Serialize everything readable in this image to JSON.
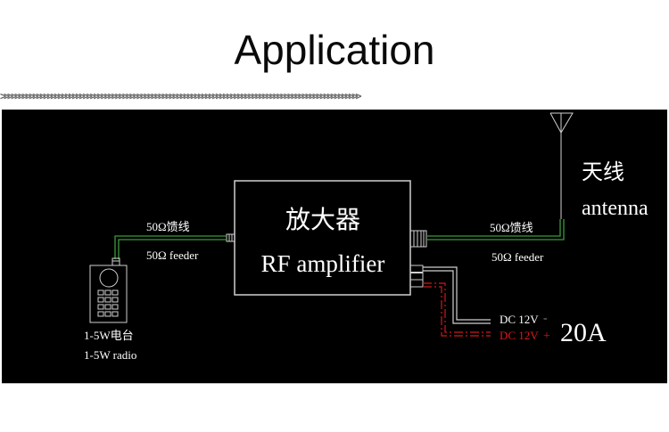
{
  "title": "Application",
  "divider": ">>>>>>>>>>>>>>>>>>>>>>>>>>>>>>>>>>>>>>>>>>>>>>>>>>>>>>>>>>>>>>>>>>>>>>>>>>>>>>>>>>>>>>>>>>>>>>>>>>>>",
  "diagram": {
    "amplifier": {
      "label_cn": "放大器",
      "label_en": "RF amplifier"
    },
    "left_feeder": {
      "label_cn": "50Ω馈线",
      "label_en": "50Ω feeder"
    },
    "right_feeder": {
      "label_cn": "50Ω馈线",
      "label_en": "50Ω feeder"
    },
    "antenna": {
      "label_cn": "天线",
      "label_en": "antenna"
    },
    "radio": {
      "label_cn": "1-5W电台",
      "label_en": "1-5W radio"
    },
    "power": {
      "negative_label": "DC 12V",
      "negative_sign": "-",
      "positive_label": "DC 12V",
      "positive_sign": "+",
      "current": "20A"
    },
    "colors": {
      "background": "#000000",
      "line": "#d0d0d0",
      "feeder": "#3a9a3a",
      "positive": "#d01818",
      "text": "#ffffff"
    }
  }
}
